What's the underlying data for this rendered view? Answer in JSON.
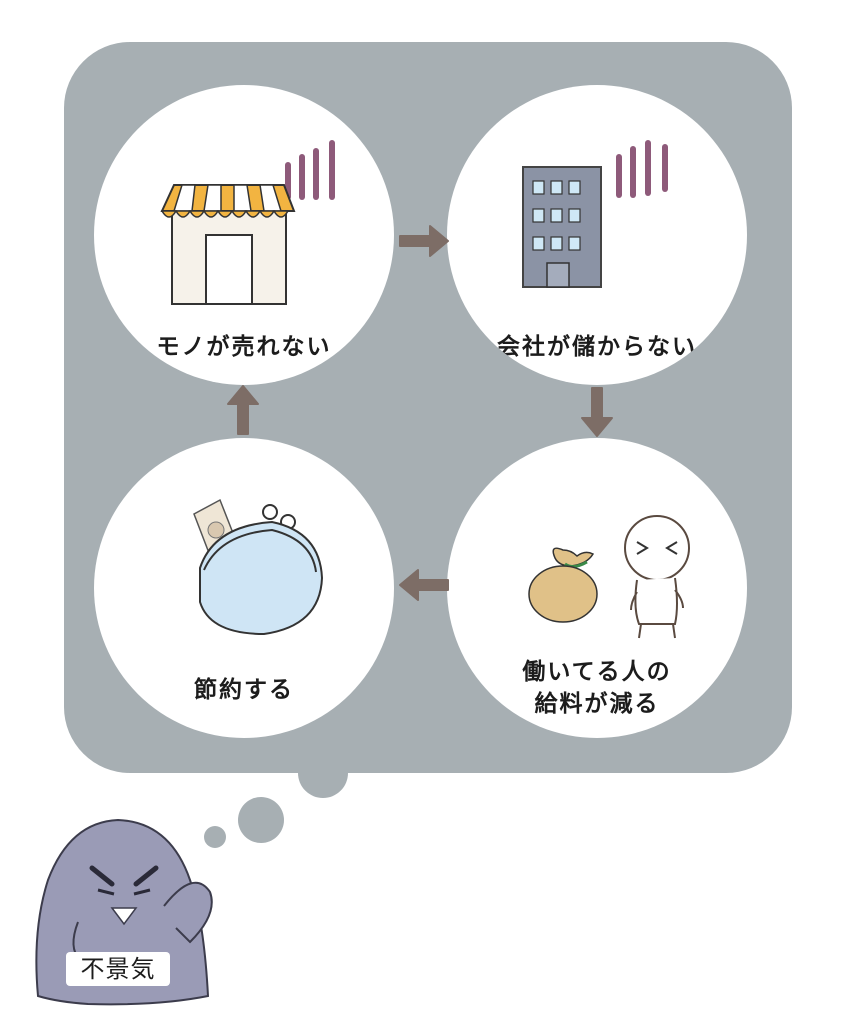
{
  "cycle": {
    "nodes": [
      {
        "label": "モノが売れない",
        "icon": "shop-icon"
      },
      {
        "label": "会社が儲からない",
        "icon": "office-building-icon"
      },
      {
        "label_line1": "働いてる人の",
        "label_line2": "給料が減る",
        "icon": "worried-person-with-money-bag-icon"
      },
      {
        "label": "節約する",
        "icon": "coin-purse-icon"
      }
    ]
  },
  "character": {
    "label": "不景気",
    "icon": "recession-ghost-icon"
  },
  "colors": {
    "bubble": "#a7afb3",
    "arrow": "#7d6d66",
    "accent_lines": "#8e5a7a",
    "awning": "#f2b441"
  }
}
